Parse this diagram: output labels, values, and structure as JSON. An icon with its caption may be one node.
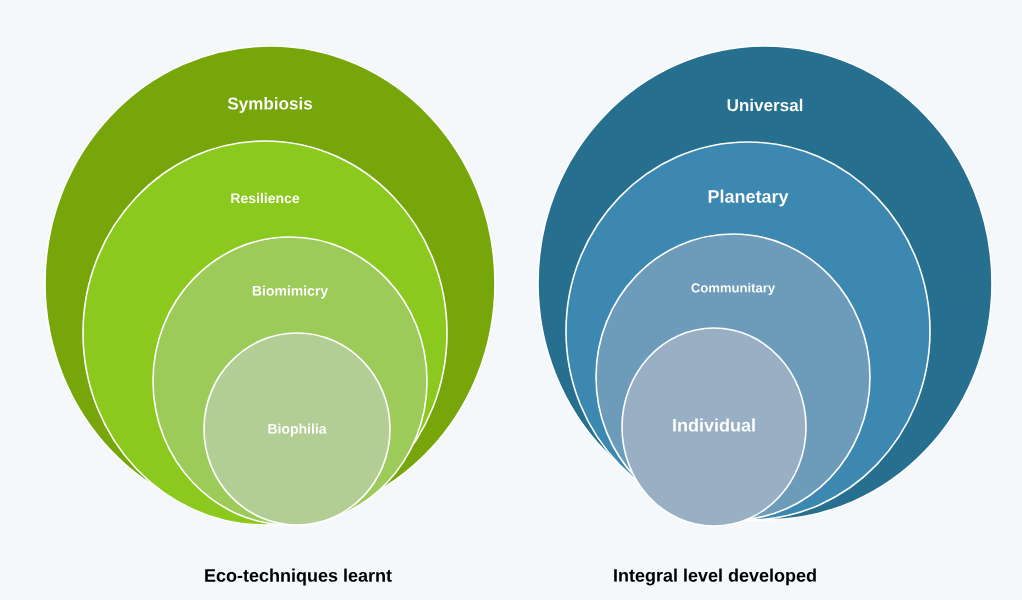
{
  "diagram": {
    "nodes": [
      {
        "text": [
          "Symbiosis"
        ]
      },
      {
        "text": [
          "Resilience"
        ],
        "in": 0
      },
      {
        "text": [
          "Biomimicry"
        ],
        "in": 1
      },
      {
        "text": [
          "Biophilia"
        ],
        "in": 2
      },
      {
        "text": [
          "Universal"
        ]
      },
      {
        "text": [
          "Planetary"
        ],
        "in": 4
      },
      {
        "text": [
          "Communitary"
        ],
        "in": 5
      },
      {
        "text": [
          "Individual"
        ],
        "in": 6
      }
    ],
    "labels": [
      "Eco-techniques learnt",
      "Integral level developed"
    ]
  }
}
